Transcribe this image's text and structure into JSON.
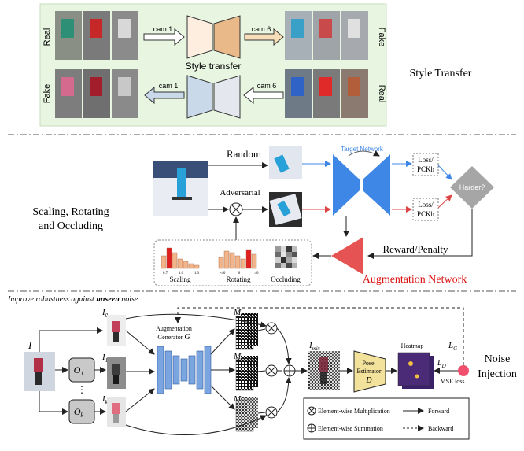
{
  "panel1": {
    "label_real_top": "Real",
    "label_fake_top": "Fake",
    "label_fake_bottom": "Fake",
    "label_real_bottom": "Real",
    "cam1_top": "cam 1",
    "cam6_top": "cam 6",
    "cam1_bottom": "cam 1",
    "cam6_bottom": "cam 6",
    "style_transfer_center": "Style transfer",
    "side_title": "Style Transfer",
    "colors": {
      "background": "#e7f5e1",
      "border": "#c7ddbf",
      "decoder_orange": "#e9b98a",
      "encoder_blue": "#c9d9ea"
    }
  },
  "panel2": {
    "random": "Random",
    "adversarial": "Adversarial",
    "target_network": "Target Network",
    "loss_top": "Loss/",
    "pckh_top": "PCKh",
    "loss_bottom": "Loss/",
    "pckh_bottom": "PCKh",
    "harder": "Harder?",
    "reward_penalty": "Reward/Penalty",
    "augmentation_network": "Augmentation Network",
    "side_title_line1": "Scaling, Rotating",
    "side_title_line2": "and Occluding",
    "scaling": "Scaling",
    "rotating": "Rotating",
    "occluding": "Occluding",
    "scaling_ticks": [
      "0.7",
      "1.0",
      "1.3"
    ],
    "rotating_ticks": [
      "-40",
      "0",
      "40"
    ],
    "colors": {
      "network_blue": "#3f87e6",
      "aug_red": "#e55353",
      "harder_grey": "#a6a6a6",
      "augnet_label": "#dd1111"
    }
  },
  "panel3": {
    "caption_pre": "Improve robustness against ",
    "caption_bold": "unseen",
    "caption_post": " noise",
    "I": "I",
    "I0": "I",
    "I0_sub": "0",
    "I1": "I",
    "I1_sub": "1",
    "Ik": "I",
    "Ik_sub": "k",
    "O1": "O",
    "O1_sub": "1",
    "Ok": "O",
    "Ok_sub": "k",
    "dots": "⋮",
    "aug_gen_line1": "Augmentation",
    "aug_gen_line2": "Generator",
    "aug_gen_symbol": "G",
    "M0": "M",
    "M0_sub": "0",
    "M1": "M",
    "M1_sub": "1",
    "Mk": "M",
    "Mk_sub": "k",
    "Imix": "I",
    "Imix_sub": "mix",
    "pose_line1": "Pose",
    "pose_line2": "Estimator",
    "pose_symbol": "D",
    "heatmap": "Heatmap",
    "LG": "L",
    "LG_sub": "G",
    "LD": "L",
    "LD_sub": "D",
    "mse_loss": "MSE loss",
    "side_title_line1": "Noise",
    "side_title_line2": "Injection",
    "legend_mult": "Element-wise Multiplication",
    "legend_sum": "Element-wise Summation",
    "legend_forward": "Forward",
    "legend_backward": "Backward",
    "colors": {
      "generator_blue": "#7aa5e0",
      "pose_yellow": "#f3e29b",
      "heatmap_purple": "#4b2a78",
      "loss_red": "#f0506e"
    }
  }
}
